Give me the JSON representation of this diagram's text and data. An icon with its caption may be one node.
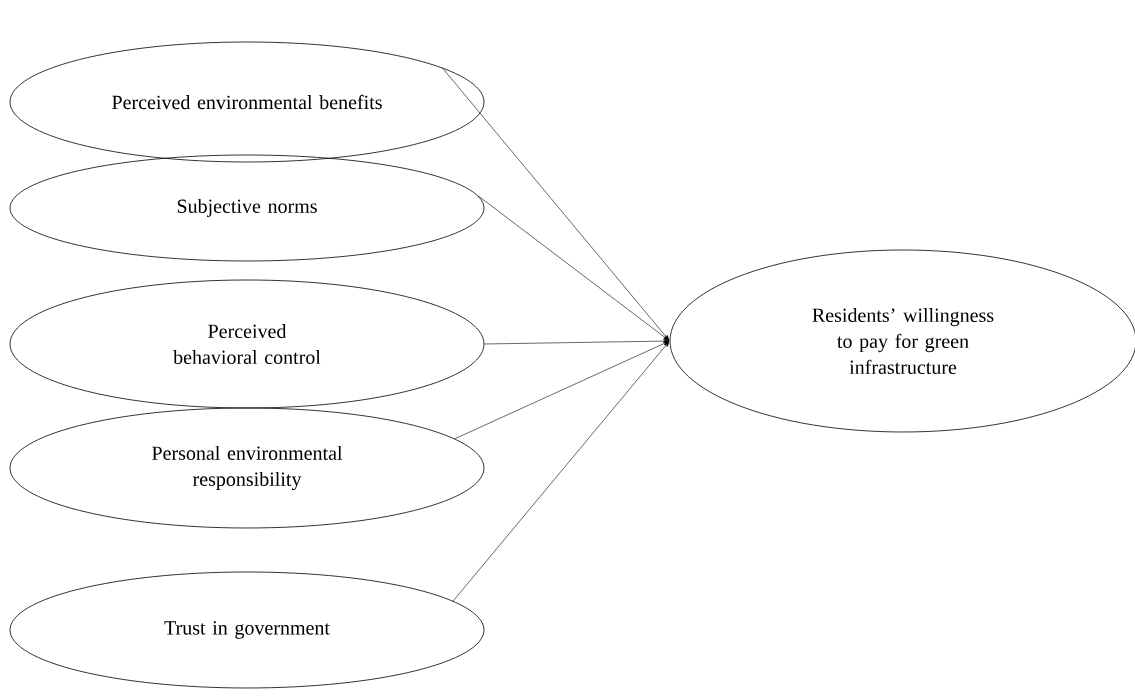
{
  "diagram": {
    "nodes": [
      {
        "text": [
          "Perceived environmental benefits"
        ]
      },
      {
        "text": [
          "Subjective norms"
        ]
      },
      {
        "text": [
          "Perceived behavioral control"
        ]
      },
      {
        "text": [
          "Personal environmental responsibility"
        ]
      },
      {
        "text": [
          "Trust in government"
        ]
      },
      {
        "text": [
          "Residents’ willingness to pay for green infrastructure"
        ]
      }
    ],
    "edges": [
      {
        "from": 0,
        "to": 5,
        "arrow": "to"
      },
      {
        "from": 1,
        "to": 5,
        "arrow": "to"
      },
      {
        "from": 2,
        "to": 5,
        "arrow": "to"
      },
      {
        "from": 3,
        "to": 5,
        "arrow": "to"
      },
      {
        "from": 4,
        "to": 5,
        "arrow": "to"
      }
    ]
  }
}
